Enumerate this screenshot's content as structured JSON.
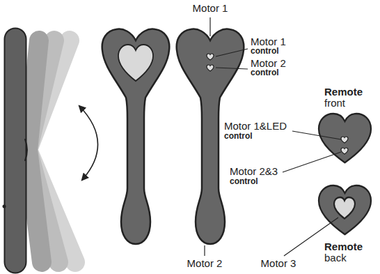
{
  "diagram": {
    "labels": [
      "Motor 1",
      "Motor 1",
      "control",
      "Motor 2",
      "control",
      "Remote",
      "front",
      "Motor 1&LED",
      "control",
      "Motor 2&3",
      "control",
      "Remote",
      "back",
      "Motor 2",
      "Motor 3"
    ]
  }
}
